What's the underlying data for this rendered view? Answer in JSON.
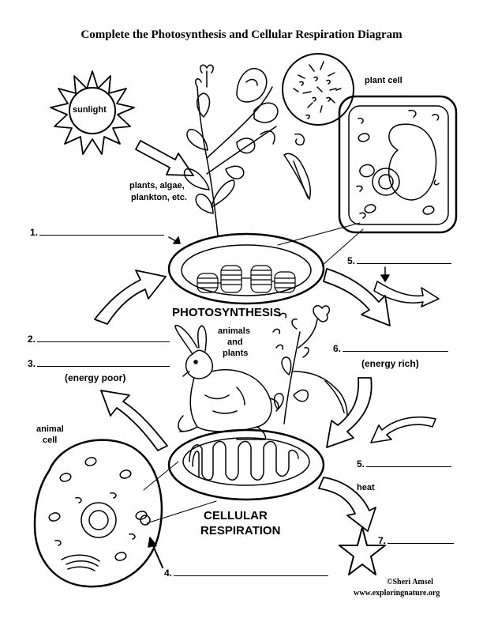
{
  "title": "Complete the Photosynthesis and Cellular Respiration Diagram",
  "labels": {
    "sunlight": "sunlight",
    "plant_cell": "plant cell",
    "plants_line1": "plants, algae,",
    "plants_line2": "plankton, etc.",
    "photosynthesis": "PHOTOSYNTHESIS",
    "animals_line1": "animals",
    "animals_line2": "and",
    "animals_line3": "plants",
    "energy_poor": "(energy poor)",
    "energy_rich": "(energy rich)",
    "animal_cell_line1": "animal",
    "animal_cell_line2": "cell",
    "cellular": "CELLULAR",
    "respiration": "RESPIRATION",
    "heat": "heat"
  },
  "blanks": [
    {
      "id": "1",
      "label": "1."
    },
    {
      "id": "2",
      "label": "2."
    },
    {
      "id": "3",
      "label": "3."
    },
    {
      "id": "4",
      "label": "4."
    },
    {
      "id": "5a",
      "label": "5."
    },
    {
      "id": "5b",
      "label": "5."
    },
    {
      "id": "6",
      "label": "6."
    },
    {
      "id": "7",
      "label": "7."
    }
  ],
  "credit": {
    "copyright": "©Sheri Amsel",
    "website": "www.exploringnature.org"
  }
}
